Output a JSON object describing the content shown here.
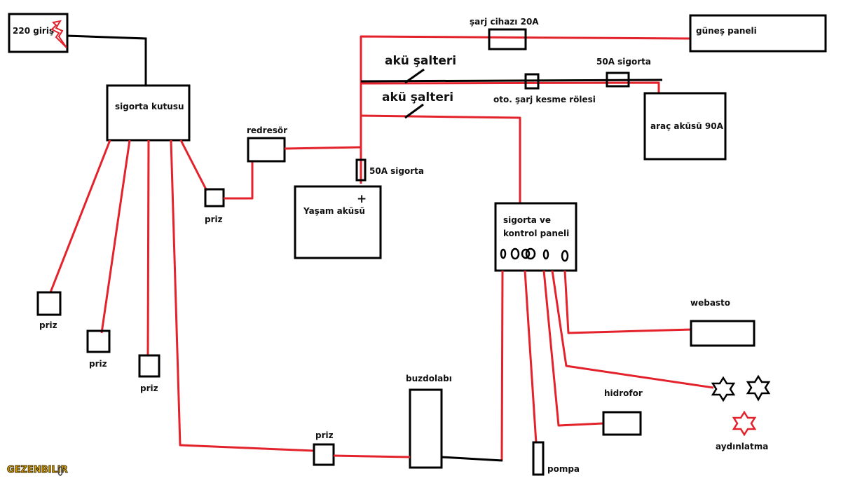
{
  "labels": {
    "mains_input": "220 giriş",
    "fuse_box": "sigorta kutusu",
    "outlet": "priz",
    "rectifier": "redresör",
    "charger": "şarj cihazı 20A",
    "solar_panel": "güneş paneli",
    "battery_switch_1": "akü şalteri",
    "battery_switch_2": "akü şalteri",
    "fuse_50a_top": "50A sigorta",
    "relay": "oto. şarj kesme rölesi",
    "vehicle_battery": "araç aküsü 90A",
    "fuse_50a_house": "50A sigorta",
    "plus": "+",
    "house_battery": "Yaşam aküsü",
    "control_panel_line1": "sigorta ve",
    "control_panel_line2": "kontrol paneli",
    "webasto": "webasto",
    "hydrophore": "hidrofor",
    "lighting": "aydınlatma",
    "fridge": "buzdolabı",
    "pump": "pompa",
    "watermark": "GEZENBILIR"
  },
  "colors": {
    "wire_dc": "#e4222b",
    "wire_ac": "#000000",
    "logo": "#f2b300"
  }
}
